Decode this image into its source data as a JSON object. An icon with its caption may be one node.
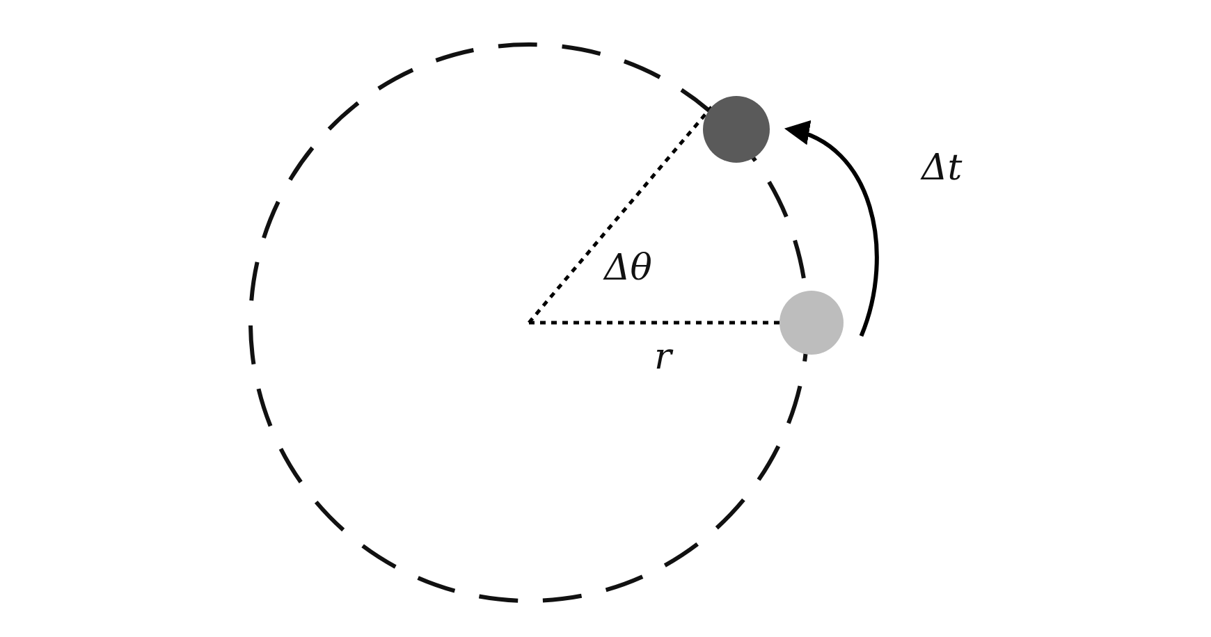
{
  "diagram": {
    "nodes": [
      {
        "text": [],
        "shape": "circle"
      },
      {
        "text": [],
        "shape": "circle"
      }
    ],
    "edges": [
      {
        "from": 1,
        "to": 0,
        "arrow": "to",
        "label": "Δt"
      },
      {
        "from": null,
        "to": 0,
        "arrow": "none",
        "style": "dashed"
      },
      {
        "from": null,
        "to": 1,
        "arrow": "none",
        "style": "dashed"
      }
    ],
    "labels": [
      "Δθ",
      "r"
    ]
  }
}
